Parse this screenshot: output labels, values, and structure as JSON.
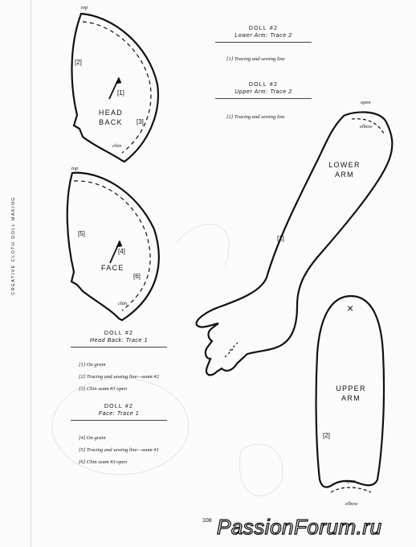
{
  "sidebar_text": "CREATIVE CLOTH DOLL MAKING",
  "page_number": "108",
  "watermark": "PassionForum.ru",
  "head_back": {
    "top": "top",
    "chin": "chin",
    "title_1": "HEAD",
    "title_2": "BACK",
    "m1": "[1]",
    "m2": "[2]",
    "m3": "[3]"
  },
  "face": {
    "top": "top",
    "chin": "chin",
    "title": "FACE",
    "m4": "[4]",
    "m5": "[5]",
    "m6": "[6]"
  },
  "lower_arm": {
    "open": "open",
    "elbow": "elbow",
    "title_1": "LOWER",
    "title_2": "ARM",
    "m1": "[1]"
  },
  "upper_arm": {
    "x_mark": "×",
    "title_1": "UPPER",
    "title_2": "ARM",
    "m2": "[2]",
    "open": "open",
    "elbow": "elbow"
  },
  "blocks": {
    "lower_arm": {
      "t1": "DOLL #2",
      "t2": "Lower Arm: Trace 2",
      "notes": [
        "[1] Tracing and sewing line"
      ]
    },
    "upper_arm": {
      "t1": "DOLL #2",
      "t2": "Upper Arm: Trace 2",
      "notes": [
        "[2] Tracing and sewing line"
      ]
    },
    "head_back": {
      "t1": "DOLL #2",
      "t2": "Head Back: Trace 1",
      "notes": [
        "[1] On grain",
        "[2] Tracing and sewing line—seam #2",
        "[3] Chin seam #3 open"
      ]
    },
    "face": {
      "t1": "DOLL #2",
      "t2": "Face: Trace 1",
      "notes": [
        "[4] On grain",
        "[5] Tracing and sewing line—seam #1",
        "[6] Chin seam #3 open"
      ]
    }
  }
}
